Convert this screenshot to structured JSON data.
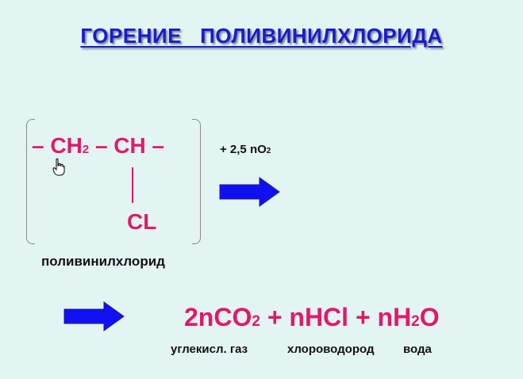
{
  "title": "ГОРЕНИЕ   ПОЛИВИНИЛХЛОРИДА",
  "polymer": {
    "dash_left": "–",
    "ch2_main": "CH",
    "ch2_sub": "2",
    "dash_mid": "–",
    "ch": "CH",
    "dash_right": "–",
    "side_group": "CL",
    "caption": "поливинилхлорид"
  },
  "reagent": {
    "prefix": "+ 2,5 nO",
    "sub": "2"
  },
  "products": {
    "co2_main": "2nCO",
    "co2_sub": "2",
    "plus1": "+",
    "hcl": "nHCl",
    "plus2": "+",
    "h2o_pre": "nH",
    "h2o_sub": "2",
    "h2o_post": "O"
  },
  "product_labels": {
    "co2": "углекисл. газ",
    "hcl": "хлороводород",
    "h2o": "вода"
  },
  "colors": {
    "title": "#1c1ad0",
    "formula": "#e3186a",
    "arrow": "#1010f0",
    "background": "#e3f5f2"
  }
}
